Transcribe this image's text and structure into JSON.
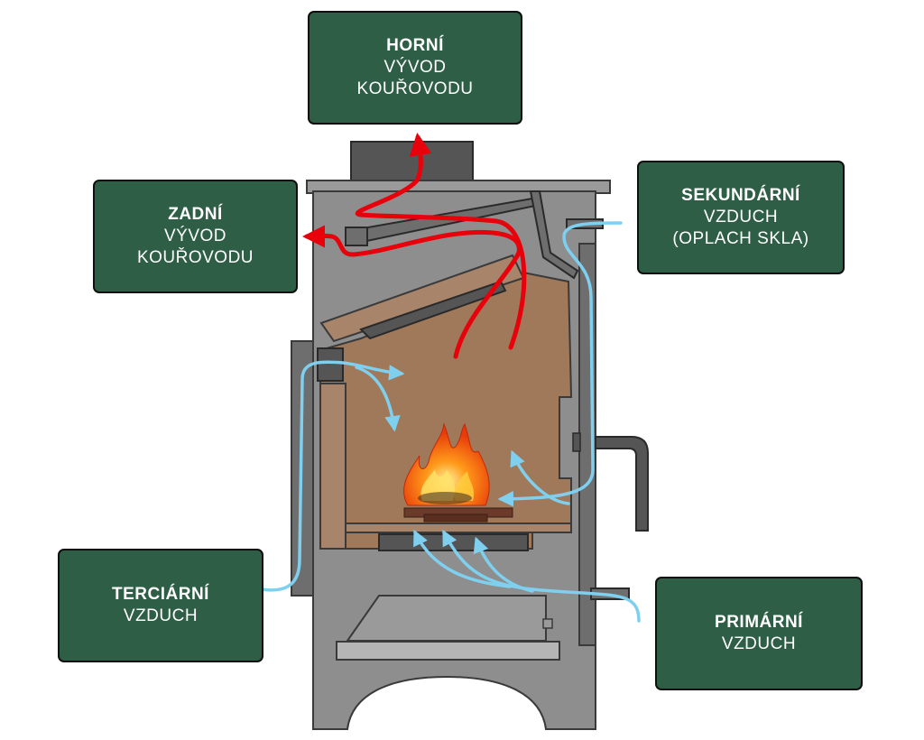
{
  "colors": {
    "stove_body": "#8e8e8e",
    "stove_outline": "#3a3a3a",
    "firebox": "#a0785a",
    "baffle": "#a8856a",
    "label_bg": "#2e5e45",
    "label_text": "#ffffff",
    "flue_gas": "#e8000a",
    "air": "#7fcfef"
  },
  "labels": {
    "top_flue": {
      "line1": "HORNÍ",
      "line2": "VÝVOD",
      "line3": "KOUŘOVODU"
    },
    "rear_flue": {
      "line1": "ZADNÍ",
      "line2": "VÝVOD",
      "line3": "KOUŘOVODU"
    },
    "secondary_air": {
      "line1": "SEKUNDÁRNÍ",
      "line2": "VZDUCH",
      "line3": "(OPLACH SKLA)"
    },
    "tertiary_air": {
      "line1": "TERCIÁRNÍ",
      "line2": "VZDUCH"
    },
    "primary_air": {
      "line1": "PRIMÁRNÍ",
      "line2": "VZDUCH"
    }
  },
  "icons": {
    "fire": "fire-icon",
    "stove": "stove-icon"
  }
}
